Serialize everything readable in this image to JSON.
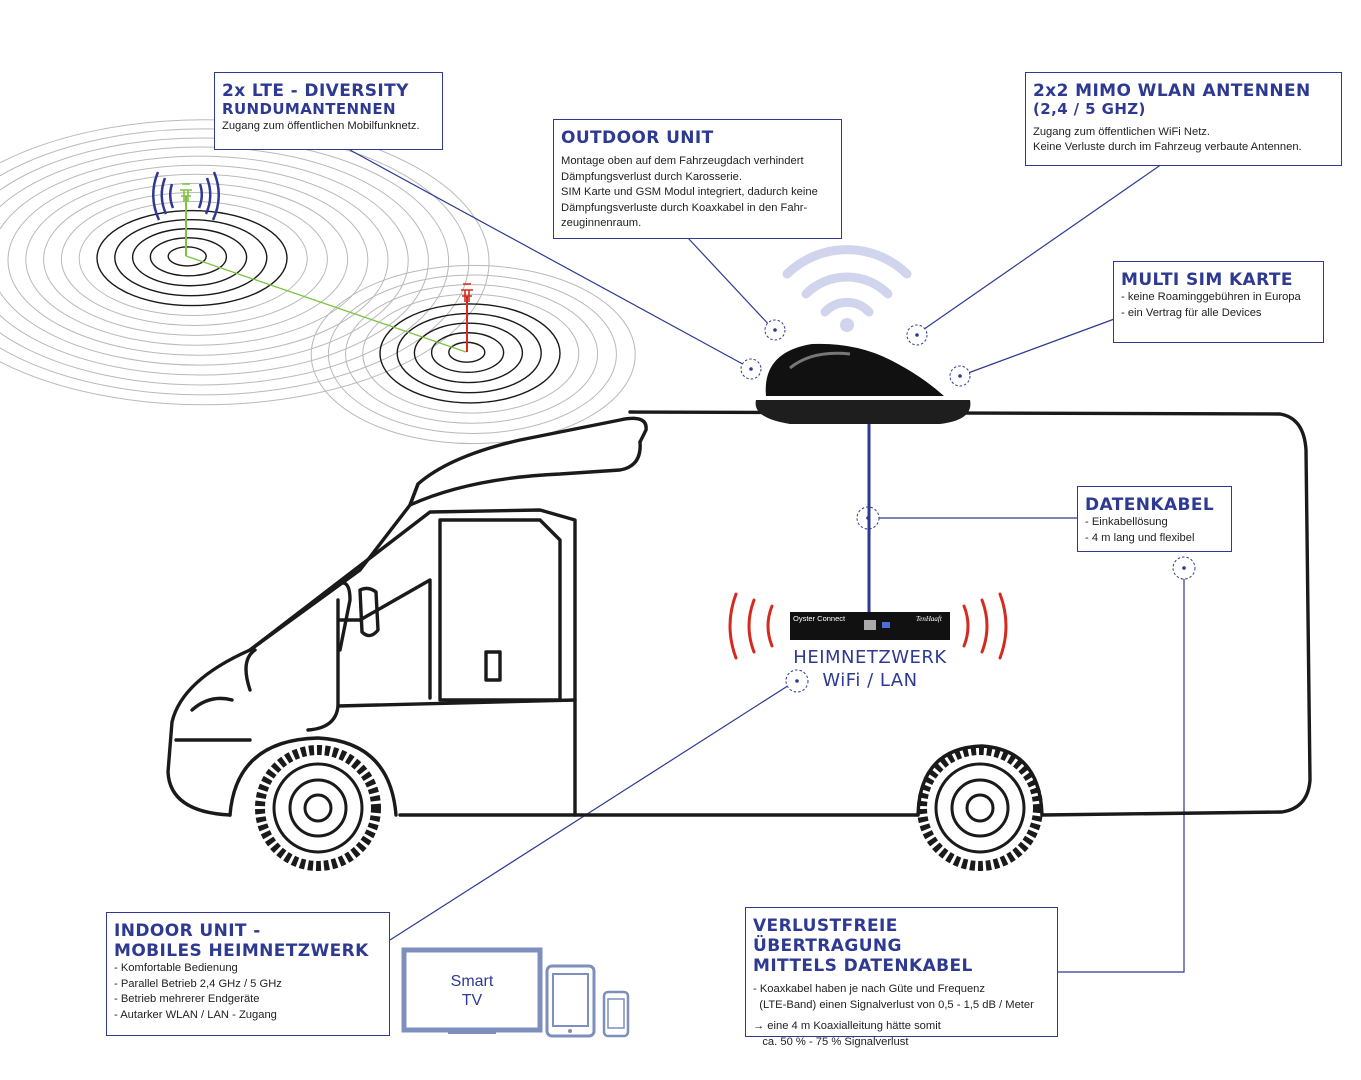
{
  "lte": {
    "title": "2x LTE - DIVERSITY",
    "subtitle": "RUNDUMANTENNEN",
    "text": "Zugang zum öffentlichen Mobilfunknetz."
  },
  "outdoor": {
    "title": "OUTDOOR UNIT",
    "lines": [
      "Montage oben auf dem Fahrzeugdach verhindert",
      "Dämpfungsverlust durch Karosserie.",
      "SIM Karte und GSM Modul integriert, dadurch keine",
      "Dämpfungsverluste durch Koaxkabel in den Fahr-",
      "zeuginnenraum."
    ]
  },
  "mimo": {
    "title": "2x2 MIMO WLAN ANTENNEN",
    "subtitle": "(2,4 / 5 GHZ)",
    "lines": [
      "Zugang zum öffentlichen WiFi Netz.",
      "Keine Verluste durch im Fahrzeug verbaute Antennen."
    ]
  },
  "multisim": {
    "title": "MULTI SIM KARTE",
    "items": [
      "- keine Roaminggebühren in Europa",
      "- ein Vertrag für alle Devices"
    ]
  },
  "datenkabel": {
    "title": "DATENKABEL",
    "items": [
      "- Einkabellösung",
      "- 4 m lang und flexibel"
    ]
  },
  "heimnetz": {
    "line1": "HEIMNETZWERK",
    "line2": "WiFi / LAN"
  },
  "device": {
    "brand": "Oyster Connect",
    "maker": "TenHaaft"
  },
  "indoor": {
    "title1": "INDOOR UNIT -",
    "title2": "MOBILES HEIMNETZWERK",
    "items": [
      "- Komfortable Bedienung",
      "- Parallel Betrieb 2,4 GHz / 5 GHz",
      "- Betrieb mehrerer Endgeräte",
      "- Autarker WLAN / LAN - Zugang"
    ]
  },
  "tv": {
    "line1": "Smart",
    "line2": "TV"
  },
  "verlust": {
    "title1": "VERLUSTFREIE ÜBERTRAGUNG",
    "title2": "MITTELS DATENKABEL",
    "lines": [
      "- Koaxkabel haben je nach Güte und Frequenz",
      "  (LTE-Band) einen Signalverlust von 0,5 - 1,5 dB / Meter"
    ],
    "lines2": [
      "→ eine 4 m Koaxialleitung hätte somit",
      "   ca. 50 % - 75 % Signalverlust"
    ]
  },
  "colors": {
    "accent": "#2e3a92",
    "red": "#d52b1e",
    "green": "#7fc241"
  }
}
